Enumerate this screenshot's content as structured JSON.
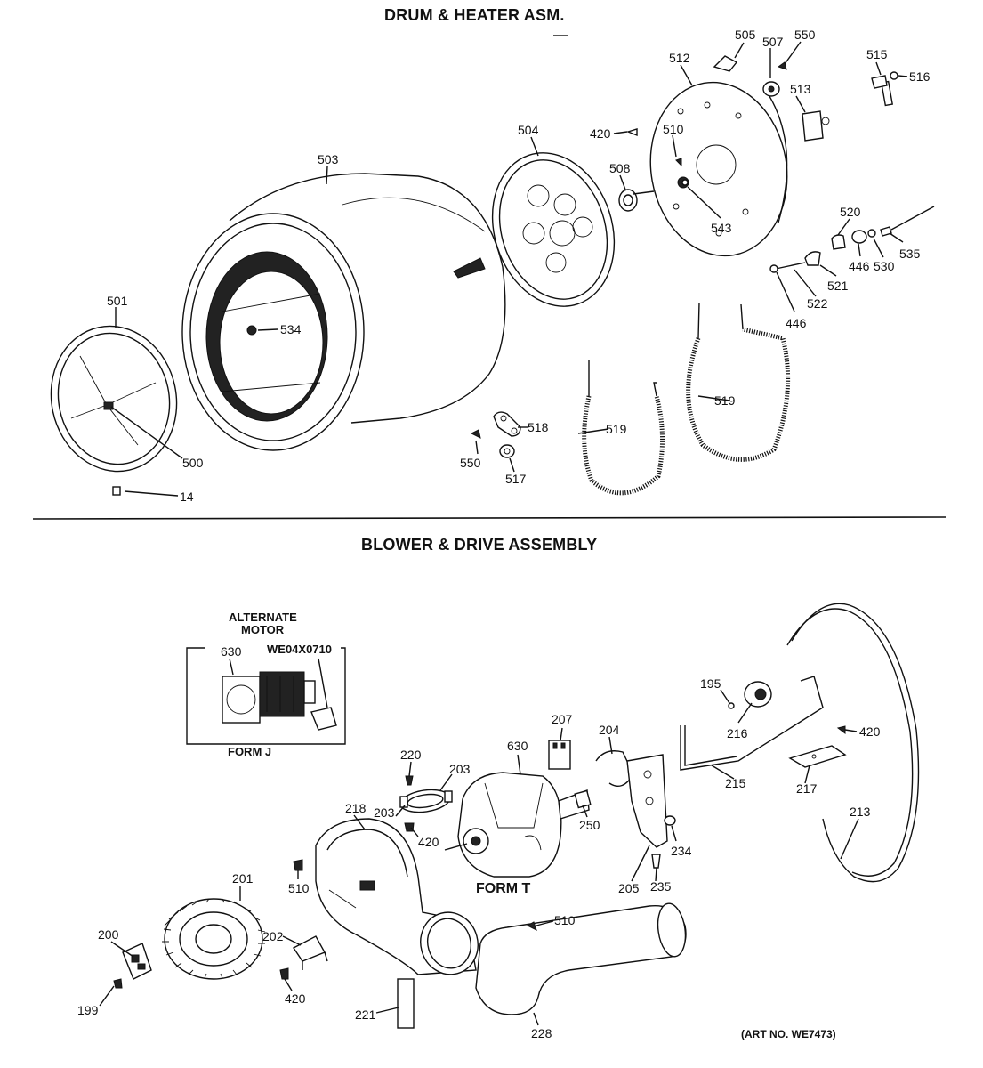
{
  "sections": {
    "drum_heater_title": "DRUM & HEATER ASM.",
    "blower_drive_title": "BLOWER & DRIVE ASSEMBLY"
  },
  "callouts": {
    "c505": "505",
    "c507": "507",
    "c550a": "550",
    "c512": "512",
    "c515": "515",
    "c516": "516",
    "c513": "513",
    "c420a": "420",
    "c510a": "510",
    "c504": "504",
    "c508": "508",
    "c503": "503",
    "c543": "543",
    "c520": "520",
    "c535": "535",
    "c446a": "446",
    "c530": "530",
    "c521": "521",
    "c522": "522",
    "c446b": "446",
    "c501": "501",
    "c534": "534",
    "c519a": "519",
    "c519b": "519",
    "c518": "518",
    "c550b": "550",
    "c517": "517",
    "c500": "500",
    "c14": "14",
    "c630a": "630",
    "c630b": "630",
    "c195": "195",
    "c216": "216",
    "c420b": "420",
    "c207": "207",
    "c204": "204",
    "c220": "220",
    "c203a": "203",
    "c203b": "203",
    "c215": "215",
    "c217": "217",
    "c218": "218",
    "c420c": "420",
    "c250": "250",
    "c234": "234",
    "c213": "213",
    "c510b": "510",
    "c205": "205",
    "c235": "235",
    "c201": "201",
    "c202": "202",
    "c200": "200",
    "c510c": "510",
    "c199": "199",
    "c420d": "420",
    "c221": "221",
    "c228": "228"
  },
  "inset": {
    "title_line1": "ALTERNATE",
    "title_line2": "MOTOR",
    "part_number": "WE04X0710",
    "form_label": "FORM J"
  },
  "form_t_label": "FORM T",
  "art_number": "(ART NO. WE7473)"
}
